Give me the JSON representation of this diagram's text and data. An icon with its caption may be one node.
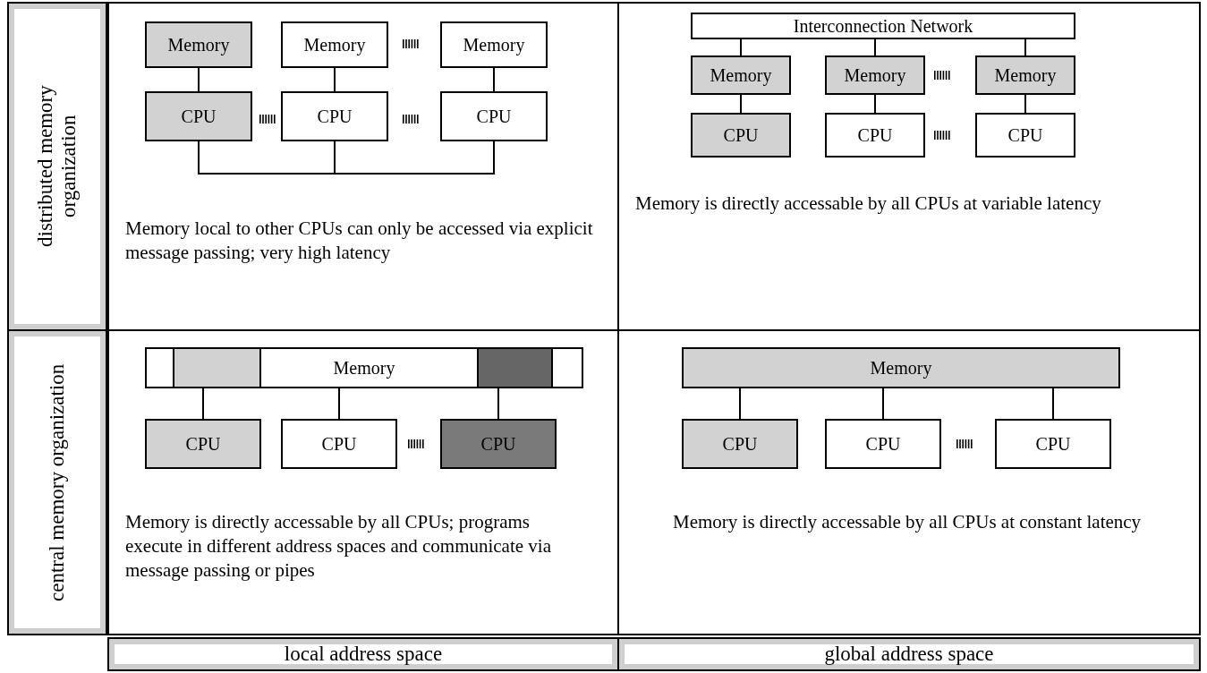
{
  "diagram": {
    "nodes": [
      {
        "text": [
          "distributed memory organization"
        ]
      },
      {
        "text": [
          "Memory local to other CPUs can only be accessed via explicit message passing; very high latency"
        ]
      },
      {
        "text": [
          "Memory"
        ],
        "in": 1
      },
      {
        "text": [
          "Memory"
        ],
        "in": 1
      },
      {
        "text": [
          "Memory"
        ],
        "in": 1
      },
      {
        "text": [
          "CPU"
        ],
        "in": 1
      },
      {
        "text": [
          "CPU"
        ],
        "in": 1
      },
      {
        "text": [
          "CPU"
        ],
        "in": 1
      },
      {
        "text": [
          "Memory is directly accessable by all CPUs at variable latency"
        ]
      },
      {
        "text": [
          "Interconnection Network"
        ],
        "in": 8
      },
      {
        "text": [
          "Memory"
        ],
        "in": 8
      },
      {
        "text": [
          "Memory"
        ],
        "in": 8
      },
      {
        "text": [
          "Memory"
        ],
        "in": 8
      },
      {
        "text": [
          "CPU"
        ],
        "in": 8
      },
      {
        "text": [
          "CPU"
        ],
        "in": 8
      },
      {
        "text": [
          "CPU"
        ],
        "in": 8
      },
      {
        "text": [
          "central memory organization"
        ]
      },
      {
        "text": [
          "Memory is directly accessable by all CPUs; programs execute in different address spaces and communicate via message passing or pipes"
        ]
      },
      {
        "text": [
          "Memory"
        ],
        "in": 17
      },
      {
        "text": [
          "CPU"
        ],
        "in": 17
      },
      {
        "text": [
          "CPU"
        ],
        "in": 17
      },
      {
        "text": [
          "CPU"
        ],
        "in": 17
      },
      {
        "text": [
          "Memory is directly accessable by all CPUs at constant latency"
        ]
      },
      {
        "text": [
          "Memory"
        ],
        "in": 22
      },
      {
        "text": [
          "CPU"
        ],
        "in": 22
      },
      {
        "text": [
          "CPU"
        ],
        "in": 22
      },
      {
        "text": [
          "CPU"
        ],
        "in": 22
      },
      {
        "text": [
          "local address space"
        ]
      },
      {
        "text": [
          "global address space"
        ]
      }
    ],
    "edges": [
      {
        "from": 2,
        "to": 5,
        "arrow": "none"
      },
      {
        "from": 3,
        "to": 6,
        "arrow": "none"
      },
      {
        "from": 4,
        "to": 7,
        "arrow": "none"
      },
      {
        "from": 5,
        "to": 6,
        "arrow": "none"
      },
      {
        "from": 6,
        "to": 7,
        "arrow": "none"
      },
      {
        "from": 9,
        "to": 10,
        "arrow": "none"
      },
      {
        "from": 9,
        "to": 11,
        "arrow": "none"
      },
      {
        "from": 9,
        "to": 12,
        "arrow": "none"
      },
      {
        "from": 10,
        "to": 13,
        "arrow": "none"
      },
      {
        "from": 11,
        "to": 14,
        "arrow": "none"
      },
      {
        "from": 12,
        "to": 15,
        "arrow": "none"
      },
      {
        "from": 18,
        "to": 19,
        "arrow": "none"
      },
      {
        "from": 18,
        "to": 20,
        "arrow": "none"
      },
      {
        "from": 18,
        "to": 21,
        "arrow": "none"
      },
      {
        "from": 23,
        "to": 24,
        "arrow": "none"
      },
      {
        "from": 23,
        "to": 25,
        "arrow": "none"
      },
      {
        "from": 23,
        "to": 26,
        "arrow": "none"
      }
    ]
  }
}
